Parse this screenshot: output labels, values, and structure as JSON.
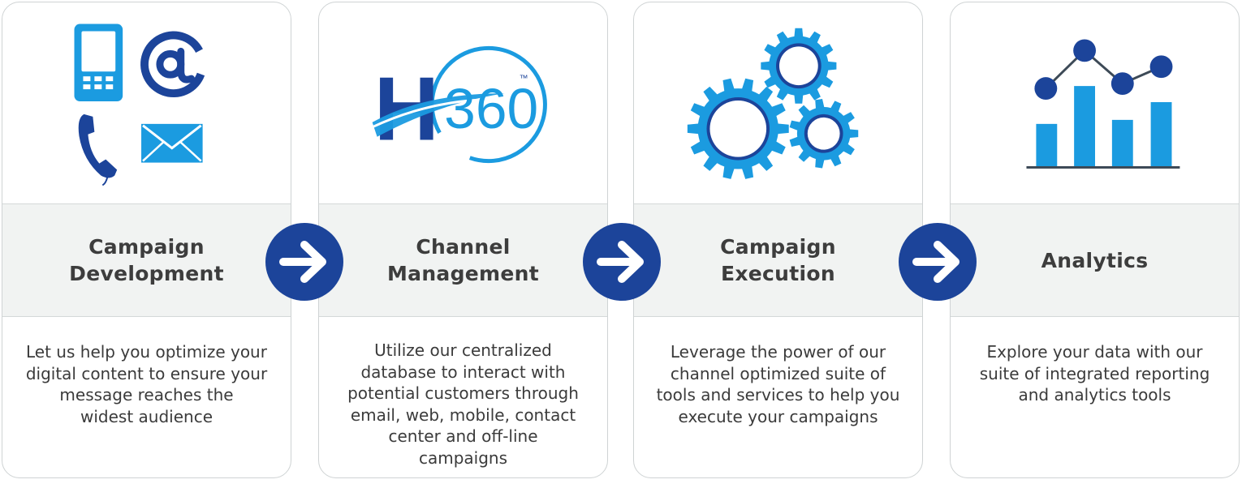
{
  "colors": {
    "navy": "#1c449a",
    "blue": "#1b9be0",
    "border": "#cfd3d4",
    "band": "#f1f3f2",
    "text": "#3d3d3d"
  },
  "logo": {
    "letter": "H",
    "number": "360",
    "trademark": "™"
  },
  "steps": [
    {
      "title": "Campaign\nDevelopment",
      "description": "Let us help you optimize your\ndigital content to ensure your\nmessage reaches the\nwidest audience",
      "icons": [
        "mobile-phone-icon",
        "at-sign-icon",
        "telephone-handset-icon",
        "envelope-icon"
      ]
    },
    {
      "title": "Channel\nManagement",
      "description": "Utilize our centralized\ndatabase to interact with\npotential customers through\nemail, web, mobile, contact\ncenter and off-line\ncampaigns",
      "icons": [
        "h360-logo-icon"
      ]
    },
    {
      "title": "Campaign\nExecution",
      "description": "Leverage the power of our\nchannel optimized suite of\ntools and services to help you\nexecute your campaigns",
      "icons": [
        "gears-icon"
      ]
    },
    {
      "title": "Analytics",
      "description": "Explore your data with our\nsuite of integrated reporting\nand analytics tools",
      "icons": [
        "analytics-chart-icon"
      ]
    }
  ],
  "connectors": [
    "arrow-right-icon",
    "arrow-right-icon",
    "arrow-right-icon"
  ]
}
